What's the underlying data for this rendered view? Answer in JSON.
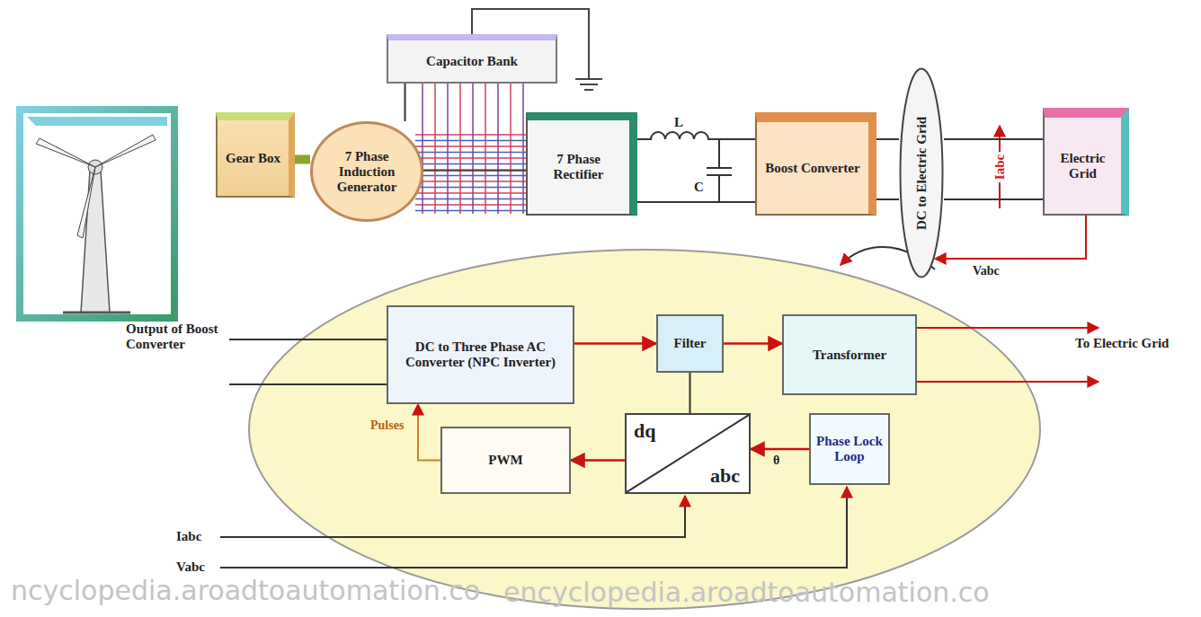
{
  "diagram": {
    "nodes": [
      {
        "text": [
          "Gear Box"
        ]
      },
      {
        "text": [
          "7 Phase Induction Generator"
        ]
      },
      {
        "text": [
          "Capacitor Bank"
        ]
      },
      {
        "text": [
          "7 Phase Rectifier"
        ]
      },
      {
        "text": [
          "Boost Converter"
        ]
      },
      {
        "text": [
          "DC to Electric Grid"
        ]
      },
      {
        "text": [
          "Electric Grid"
        ]
      },
      {
        "text": [
          "DC to Three Phase AC Converter (NPC Inverter)"
        ]
      },
      {
        "text": [
          "Filter"
        ]
      },
      {
        "text": [
          "Transformer"
        ]
      },
      {
        "text": [
          "PWM"
        ]
      },
      {
        "text": [
          "dq",
          "abc"
        ]
      },
      {
        "text": [
          "Phase Lock Loop"
        ]
      }
    ],
    "edges": [
      {
        "from": 0,
        "to": 1,
        "arrow": "none"
      },
      {
        "from": 1,
        "to": 3,
        "arrow": "none"
      },
      {
        "from": 2,
        "to": 1,
        "arrow": "none"
      },
      {
        "from": 3,
        "to": 4,
        "arrow": "none"
      },
      {
        "from": 4,
        "to": 5,
        "arrow": "none"
      },
      {
        "from": 5,
        "to": 6,
        "arrow": "none"
      },
      {
        "from": 6,
        "to": 5,
        "label": "Vabc",
        "arrow": "to"
      },
      {
        "from": 7,
        "to": 8,
        "arrow": "to"
      },
      {
        "from": 8,
        "to": 9,
        "arrow": "to"
      },
      {
        "from": 10,
        "to": 7,
        "label": "Pulses",
        "arrow": "to"
      },
      {
        "from": 11,
        "to": 10,
        "arrow": "to"
      },
      {
        "from": 12,
        "to": 11,
        "label": "θ",
        "arrow": "to"
      },
      {
        "from": 8,
        "to": 11,
        "arrow": "none"
      }
    ],
    "labels": [
      "L",
      "C",
      "Iabc",
      "Output of Boost Converter",
      "To Electric Grid",
      "Iabc",
      "Vabc",
      "ncyclopedia.aroadtoautomation.co",
      "encyclopedia.aroadtoautomation.co"
    ]
  }
}
